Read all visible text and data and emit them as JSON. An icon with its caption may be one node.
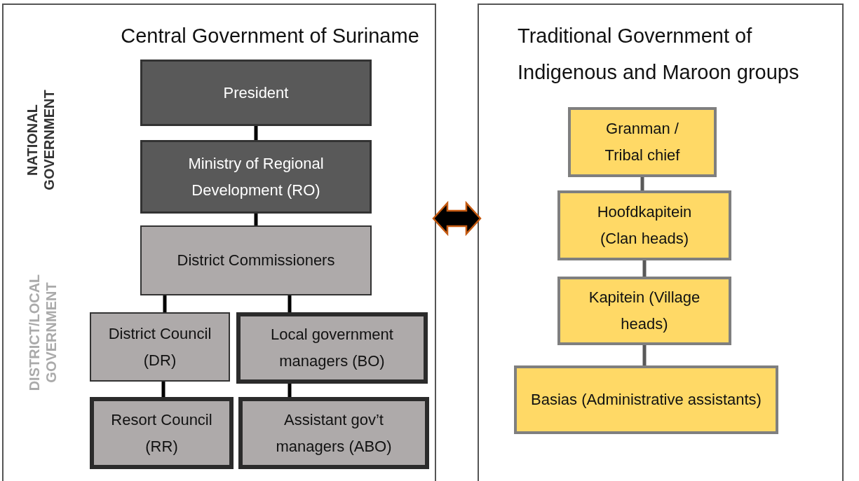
{
  "diagram": {
    "nodes": [
      {
        "text": [
          "Central Government of Suriname"
        ]
      },
      {
        "text": [
          "President"
        ],
        "in": 0
      },
      {
        "text": [
          "Ministry of Regional Development (RO)"
        ],
        "in": 0
      },
      {
        "text": [
          "District Commissioners"
        ],
        "in": 0
      },
      {
        "text": [
          "District Council (DR)"
        ],
        "in": 0
      },
      {
        "text": [
          "Local government managers (BO)"
        ],
        "in": 0
      },
      {
        "text": [
          "Resort Council (RR)"
        ],
        "in": 0
      },
      {
        "text": [
          "Assistant gov’t managers (ABO)"
        ],
        "in": 0
      },
      {
        "text": [
          "Traditional Government of Indigenous and Maroon groups"
        ]
      },
      {
        "text": [
          "Granman / Tribal chief"
        ],
        "in": 8
      },
      {
        "text": [
          "Hoofdkapitein (Clan heads)"
        ],
        "in": 8
      },
      {
        "text": [
          "Kapitein (Village heads)"
        ],
        "in": 8
      },
      {
        "text": [
          "Basias (Administrative assistants)"
        ],
        "in": 8
      }
    ],
    "edges": [
      {
        "from": 1,
        "to": 2,
        "arrow": "none"
      },
      {
        "from": 2,
        "to": 3,
        "arrow": "none"
      },
      {
        "from": 3,
        "to": 4,
        "arrow": "none"
      },
      {
        "from": 3,
        "to": 5,
        "arrow": "none"
      },
      {
        "from": 4,
        "to": 6,
        "arrow": "none"
      },
      {
        "from": 5,
        "to": 7,
        "arrow": "none"
      },
      {
        "from": 9,
        "to": 10,
        "arrow": "none",
        "color": "#595959"
      },
      {
        "from": 10,
        "to": 11,
        "arrow": "none",
        "color": "#595959"
      },
      {
        "from": 11,
        "to": 12,
        "arrow": "none",
        "color": "#595959"
      },
      {
        "from": 0,
        "to": 8,
        "arrow": "both",
        "style": "thick"
      }
    ],
    "labels": [
      "NATIONAL GOVERNMENT",
      "DISTRICT/LOCAL GOVERNMENT"
    ]
  }
}
